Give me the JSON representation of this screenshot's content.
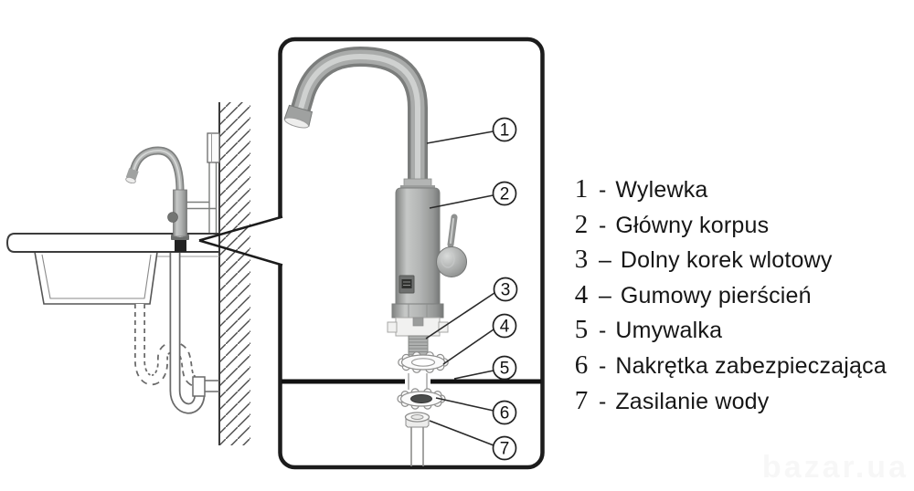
{
  "diagram": {
    "language": "Polish",
    "subject": "Kitchen faucet installation diagram with numbered parts"
  },
  "panel": {
    "callouts": [
      {
        "num": "1"
      },
      {
        "num": "2"
      },
      {
        "num": "3"
      },
      {
        "num": "4"
      },
      {
        "num": "5"
      },
      {
        "num": "6"
      },
      {
        "num": "7"
      }
    ]
  },
  "legend": {
    "items": [
      {
        "num": "1",
        "sep": "-",
        "label": "Wylewka"
      },
      {
        "num": "2",
        "sep": "-",
        "label": "Główny korpus"
      },
      {
        "num": "3",
        "sep": "–",
        "label": "Dolny korek wlotowy"
      },
      {
        "num": "4",
        "sep": "–",
        "label": "Gumowy pierścień"
      },
      {
        "num": "5",
        "sep": "-",
        "label": "Umywalka"
      },
      {
        "num": "6",
        "sep": "-",
        "label": "Nakrętka zabezpieczająca"
      },
      {
        "num": "7",
        "sep": "-",
        "label": "Zasilanie wody"
      }
    ]
  },
  "watermark": {
    "text": "bazar.ua"
  },
  "colors": {
    "line": "#1c1c1c",
    "sketch_line": "#6a6a6a",
    "faucet_dark": "#7b7d7c",
    "faucet_mid": "#a9abaa",
    "faucet_light": "#d5d7d6",
    "display_dark": "#2f312f",
    "background": "#ffffff"
  }
}
